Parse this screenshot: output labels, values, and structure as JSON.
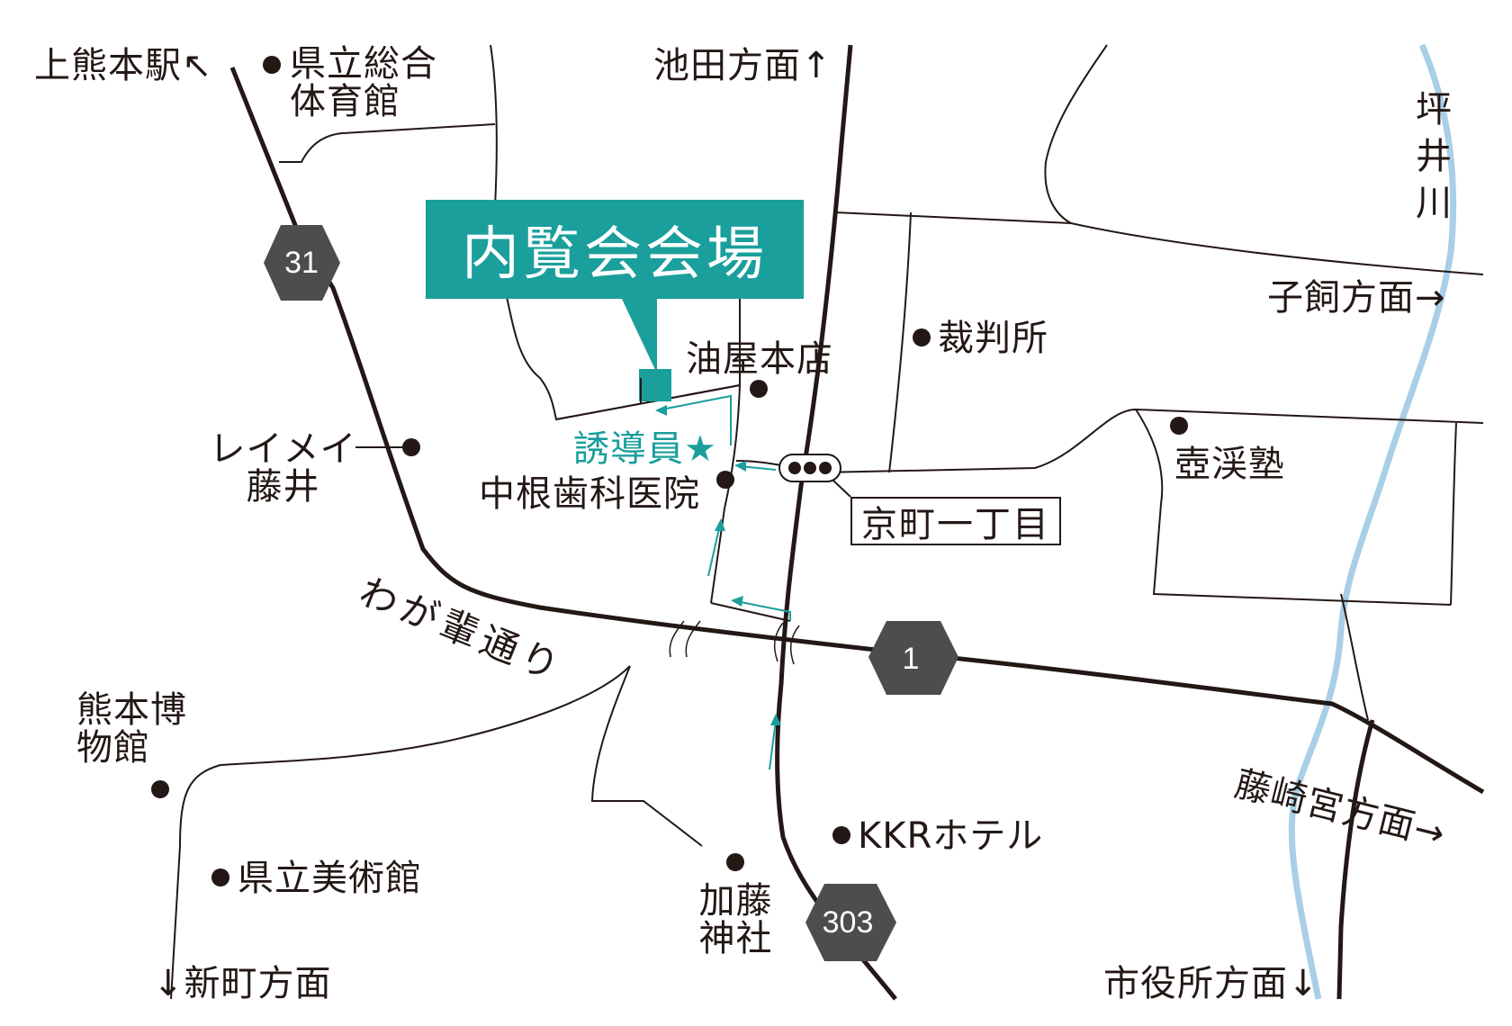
{
  "venue": {
    "label": "内覧会会場"
  },
  "guide": {
    "label": "誘導員★"
  },
  "intersection": {
    "label": "京町一丁目"
  },
  "route_shields": [
    {
      "number": "31"
    },
    {
      "number": "1"
    },
    {
      "number": "303"
    }
  ],
  "street": {
    "label": "わが輩通り"
  },
  "directions": {
    "kamikumamoto": "上熊本駅↖",
    "ikeda": "池田方面↑",
    "kokai": "子飼方面→",
    "fujisakigu": "藤崎宮方面→",
    "shiyakusho": "市役所方面↓",
    "shinmachi": "↓新町方面"
  },
  "landmarks": {
    "gym": "県立総合体育館",
    "aburaya": "油屋本店",
    "saibansho": "裁判所",
    "reimei": "レイメイ藤井",
    "nakane": "中根歯科医院",
    "kokeijuku": "壺渓塾",
    "museum": "熊本博物館",
    "art_museum": "県立美術館",
    "kato_shrine": "加藤神社",
    "kkr": "KKRホテル"
  },
  "river": {
    "label": "坪井川"
  },
  "colors": {
    "accent": "#1a9f9c",
    "road": "#231815",
    "river": "#a8cfe6",
    "shield": "#4d4d4d"
  }
}
